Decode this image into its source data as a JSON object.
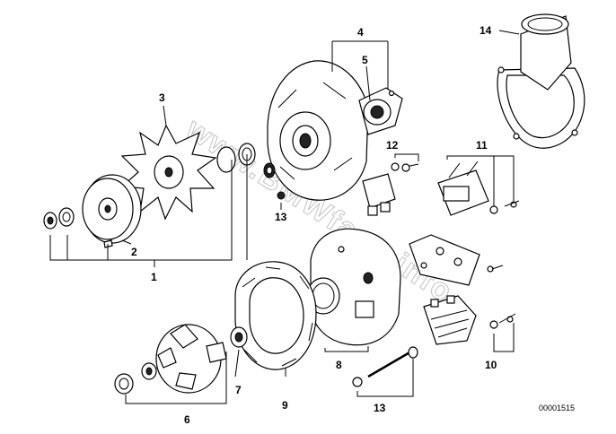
{
  "callouts": {
    "c1": "1",
    "c2": "2",
    "c3": "3",
    "c4": "4",
    "c5": "5",
    "c6": "6",
    "c7": "7",
    "c8": "8",
    "c9": "9",
    "c10": "10",
    "c11": "11",
    "c12": "12",
    "c13a": "13",
    "c13b": "13",
    "c14": "14"
  },
  "reference_number": "00001515",
  "watermark": "www.BMWfans.info"
}
